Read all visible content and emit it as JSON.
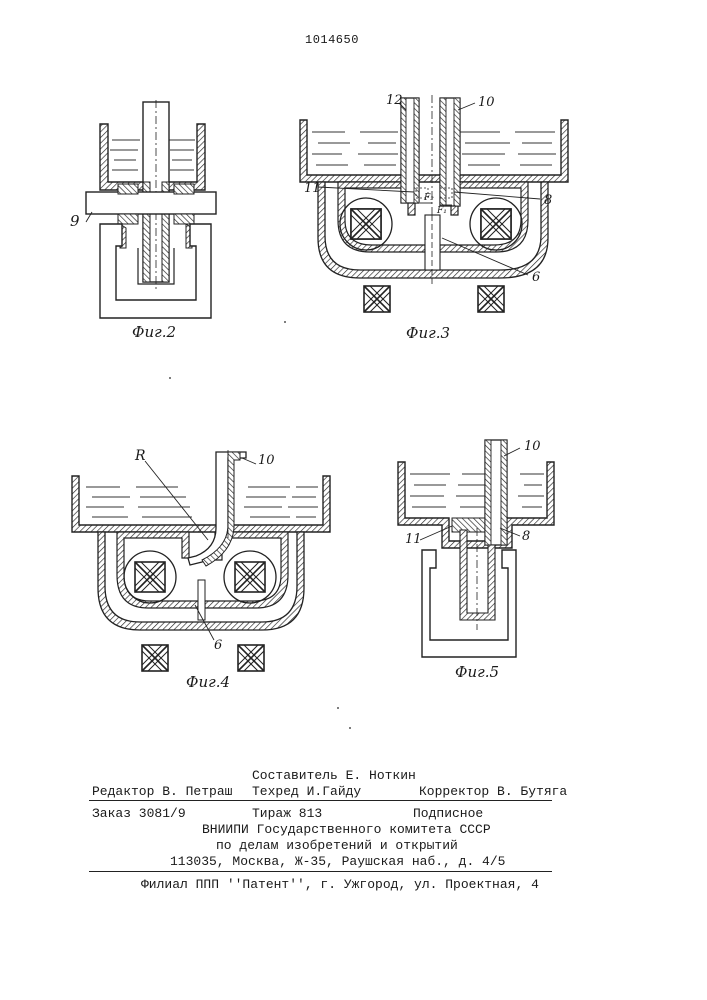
{
  "document": {
    "patent_number": "1014650"
  },
  "figures": {
    "fig2": {
      "caption": "Фиг.2",
      "labels": [
        "9"
      ]
    },
    "fig3": {
      "caption": "Фиг.3",
      "labels": [
        "12",
        "10",
        "11",
        "8",
        "6",
        "F₂",
        "F₁"
      ]
    },
    "fig4": {
      "caption": "Фиг.4",
      "labels": [
        "R",
        "10",
        "6"
      ]
    },
    "fig5": {
      "caption": "Фиг.5",
      "labels": [
        "10",
        "11",
        "8"
      ]
    }
  },
  "colophon": {
    "compiler": "Составитель Е. Ноткин",
    "editor": "Редактор В. Петраш",
    "techred": "Техред И.Гайду",
    "corrector": "Корректор В. Бутяга",
    "order": "Заказ 3081/9",
    "circulation": "Тираж 813",
    "subscription": "Подписное",
    "org_line1": "ВНИИПИ Государственного комитета СССР",
    "org_line2": "по делам изобретений и открытий",
    "address": "113035, Москва, Ж-35, Раушская наб., д. 4/5",
    "branch": "Филиал ППП ''Патент'', г. Ужгород, ул. Проектная, 4"
  }
}
